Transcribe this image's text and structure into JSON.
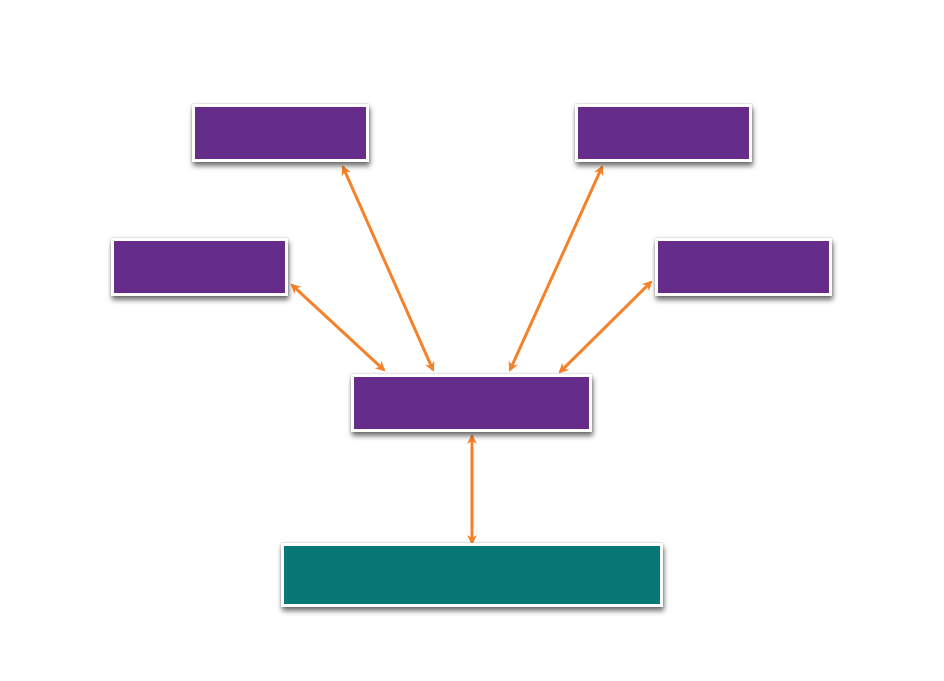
{
  "diagram": {
    "type": "hub-and-spoke",
    "colors": {
      "node_primary": "#652d89",
      "node_base": "#087876",
      "edge": "#f5822a",
      "node_border": "#ffffff",
      "background": "#ffffff"
    },
    "nodes": [
      {
        "id": "top-left",
        "label": "",
        "role": "spoke"
      },
      {
        "id": "top-right",
        "label": "",
        "role": "spoke"
      },
      {
        "id": "mid-left",
        "label": "",
        "role": "spoke"
      },
      {
        "id": "mid-right",
        "label": "",
        "role": "spoke"
      },
      {
        "id": "center",
        "label": "",
        "role": "hub"
      },
      {
        "id": "bottom",
        "label": "",
        "role": "base"
      }
    ],
    "edges": [
      {
        "from": "mid-left",
        "to": "center",
        "direction": "bidirectional"
      },
      {
        "from": "top-left",
        "to": "center",
        "direction": "bidirectional"
      },
      {
        "from": "top-right",
        "to": "center",
        "direction": "bidirectional"
      },
      {
        "from": "mid-right",
        "to": "center",
        "direction": "bidirectional"
      },
      {
        "from": "center",
        "to": "bottom",
        "direction": "bidirectional"
      }
    ]
  }
}
